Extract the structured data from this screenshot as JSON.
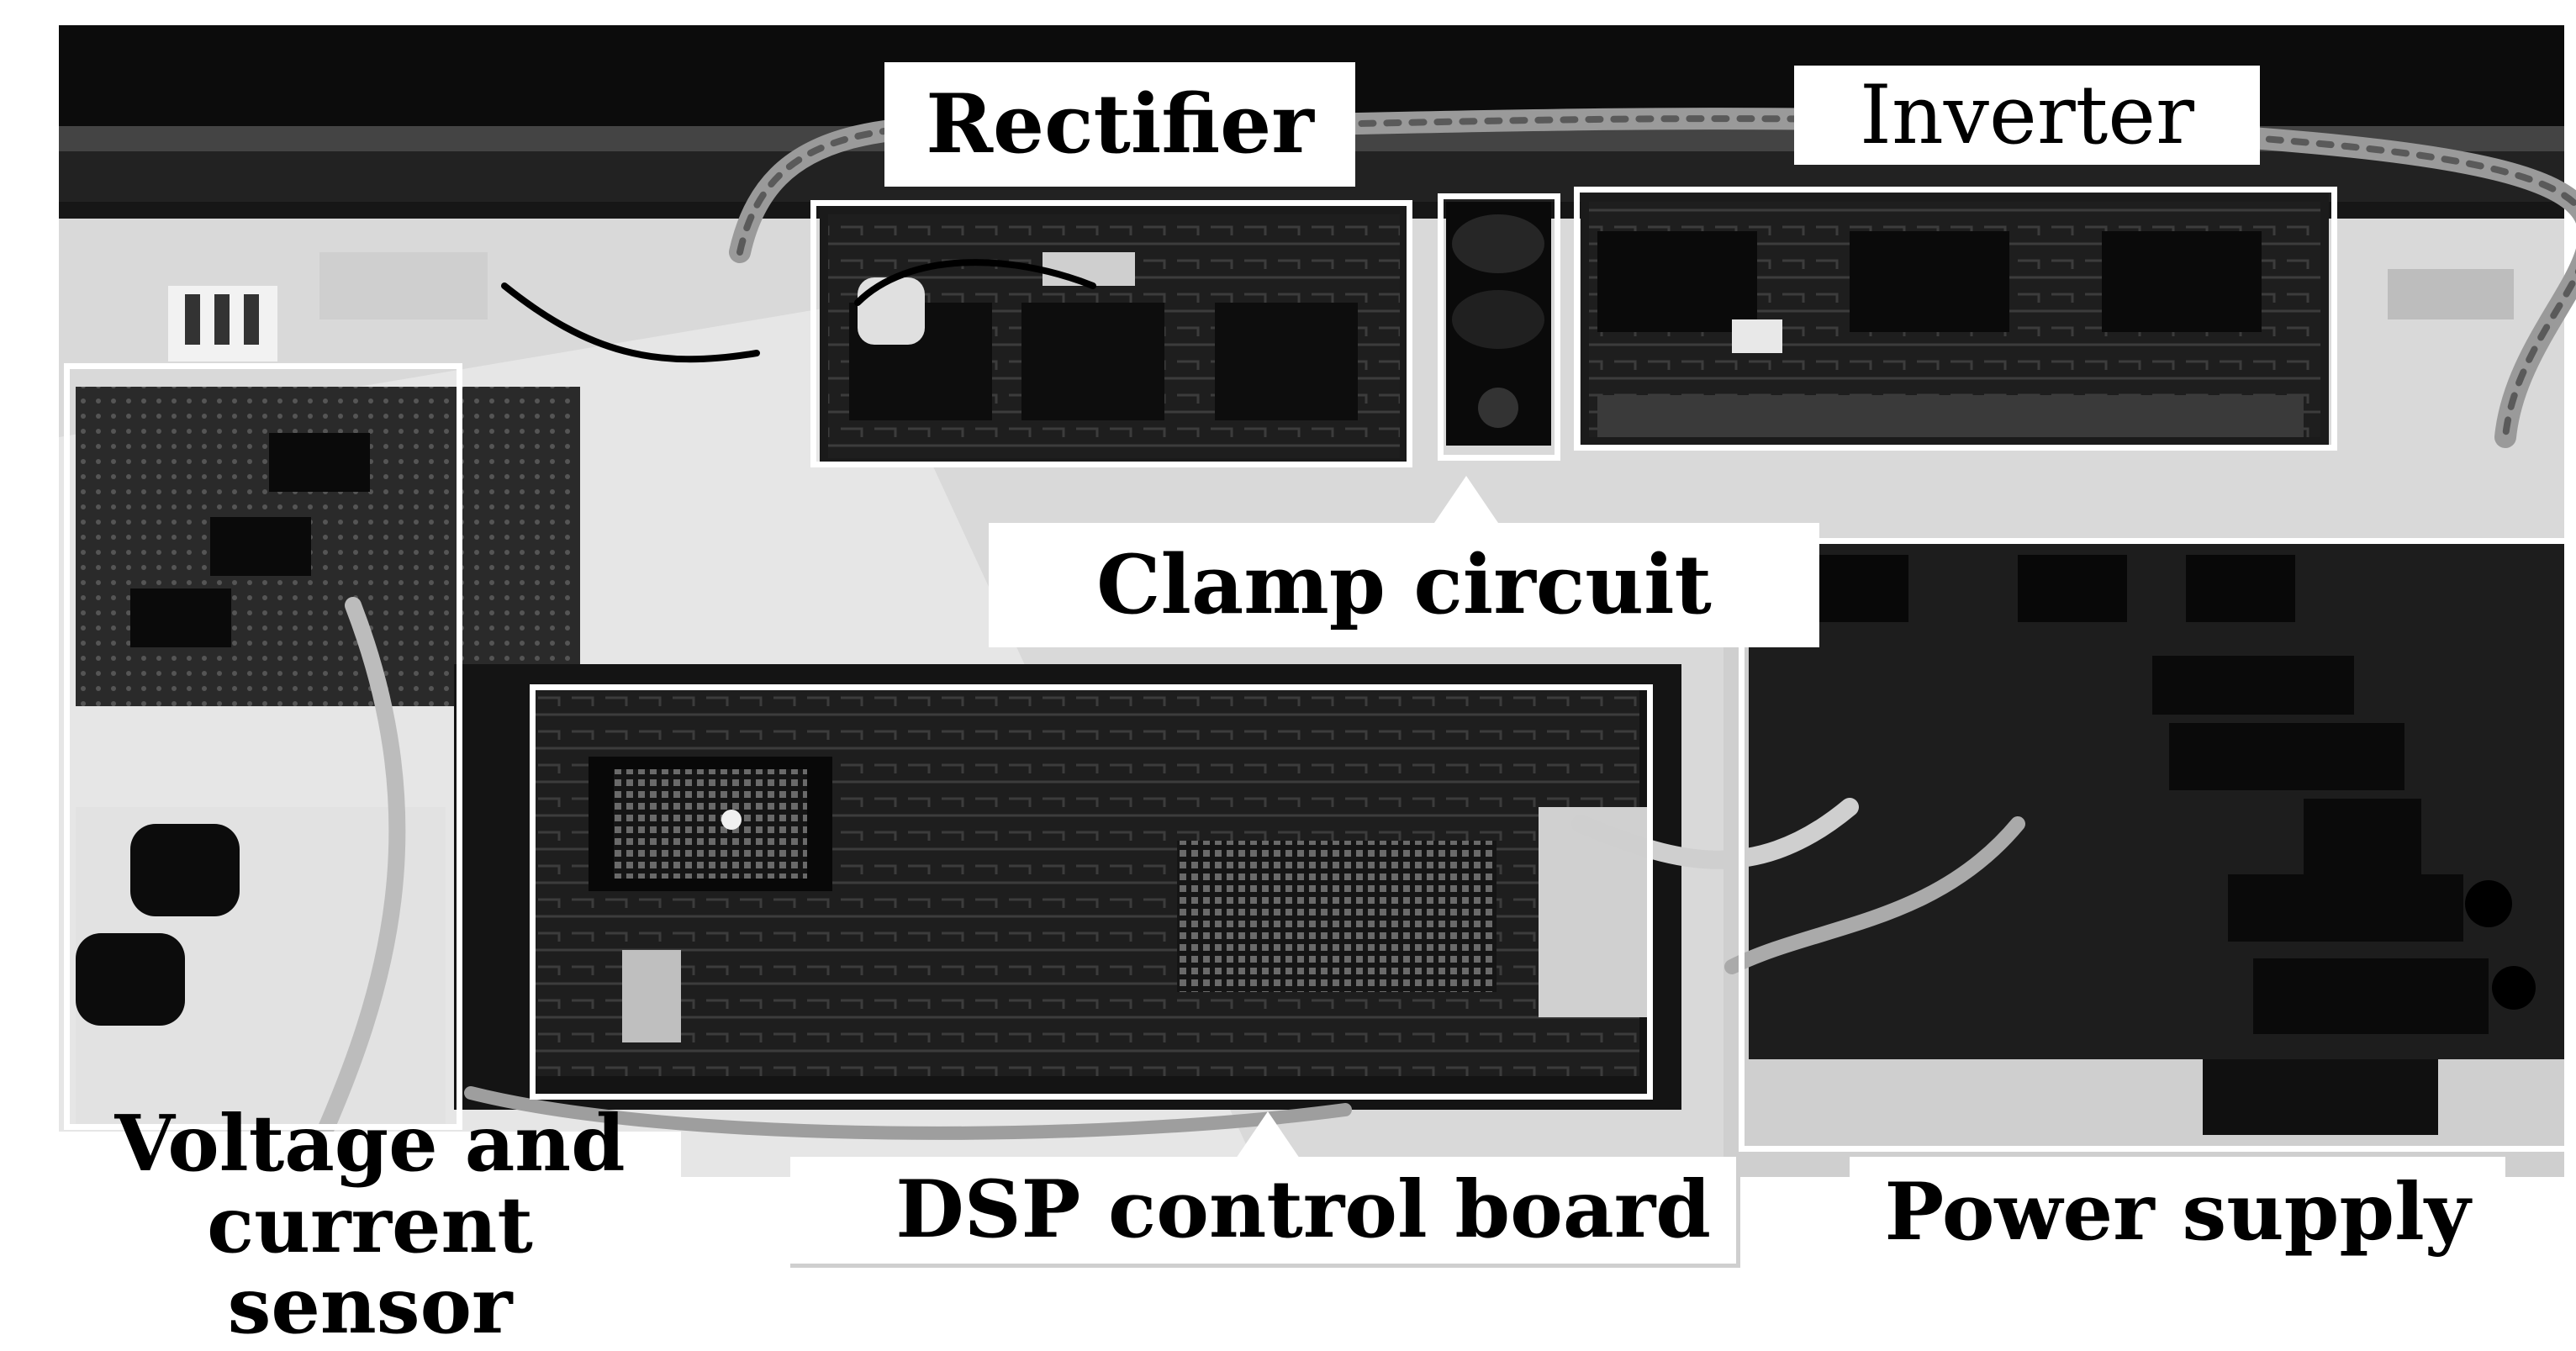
{
  "figure": {
    "labels": {
      "rectifier": "Rectifier",
      "inverter": "Inverter",
      "clamp_circuit": "Clamp circuit",
      "voltage_current_sensor_line1": "Voltage and",
      "voltage_current_sensor_line2": "current sensor",
      "dsp_control_board": "DSP control board",
      "power_supply": "Power supply"
    },
    "colors": {
      "callout_box": "#ffffff",
      "label_background": "#ffffff",
      "label_text": "#000000",
      "photo_tone": "grayscale"
    }
  }
}
